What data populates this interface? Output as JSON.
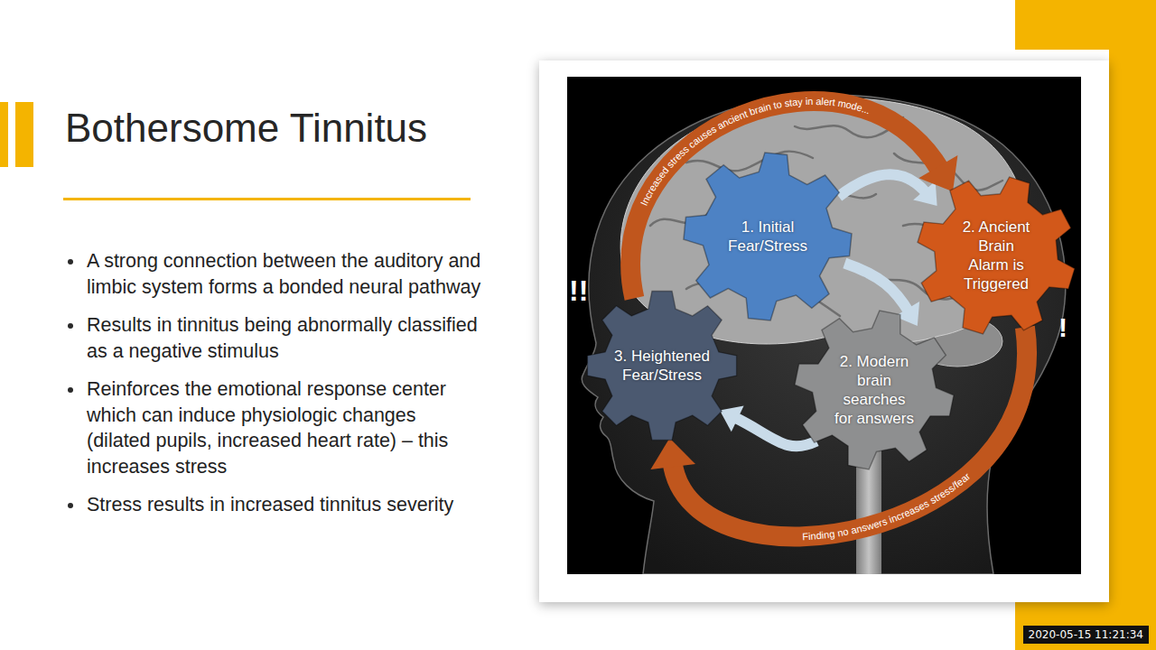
{
  "diagram": {
    "title": "Bothersome Tinnitus",
    "nodes": [
      {
        "text": [
          "1. Initial Fear/Stress"
        ]
      },
      {
        "text": [
          "2. Ancient Brain Alarm is Triggered"
        ]
      },
      {
        "text": [
          "2. Modern brain searches for answers"
        ]
      },
      {
        "text": [
          "3. Heightened Fear/Stress"
        ]
      }
    ],
    "edges": [
      {
        "from": 0,
        "to": 1,
        "arrow": "to"
      },
      {
        "from": 0,
        "to": 2,
        "arrow": "to"
      },
      {
        "from": 2,
        "to": 3,
        "arrow": "to"
      },
      {
        "from": 3,
        "to": 1,
        "label": "Increased stress causes ancient brain to stay in alert mode...",
        "arrow": "to"
      },
      {
        "from": 1,
        "to": 3,
        "label": "Finding no answers increases stress/fear",
        "arrow": "to"
      }
    ],
    "labels": [
      "A strong connection between the auditory and limbic system forms a bonded neural pathway",
      "Results in tinnitus being abnormally classified as a negative stimulus",
      "Reinforces the emotional response center which can induce physiologic changes (dilated pupils, increased heart rate) – this increases stress",
      "Stress results in increased tinnitus severity",
      "!!",
      "!",
      "2020-05-15 11:21:34"
    ]
  }
}
